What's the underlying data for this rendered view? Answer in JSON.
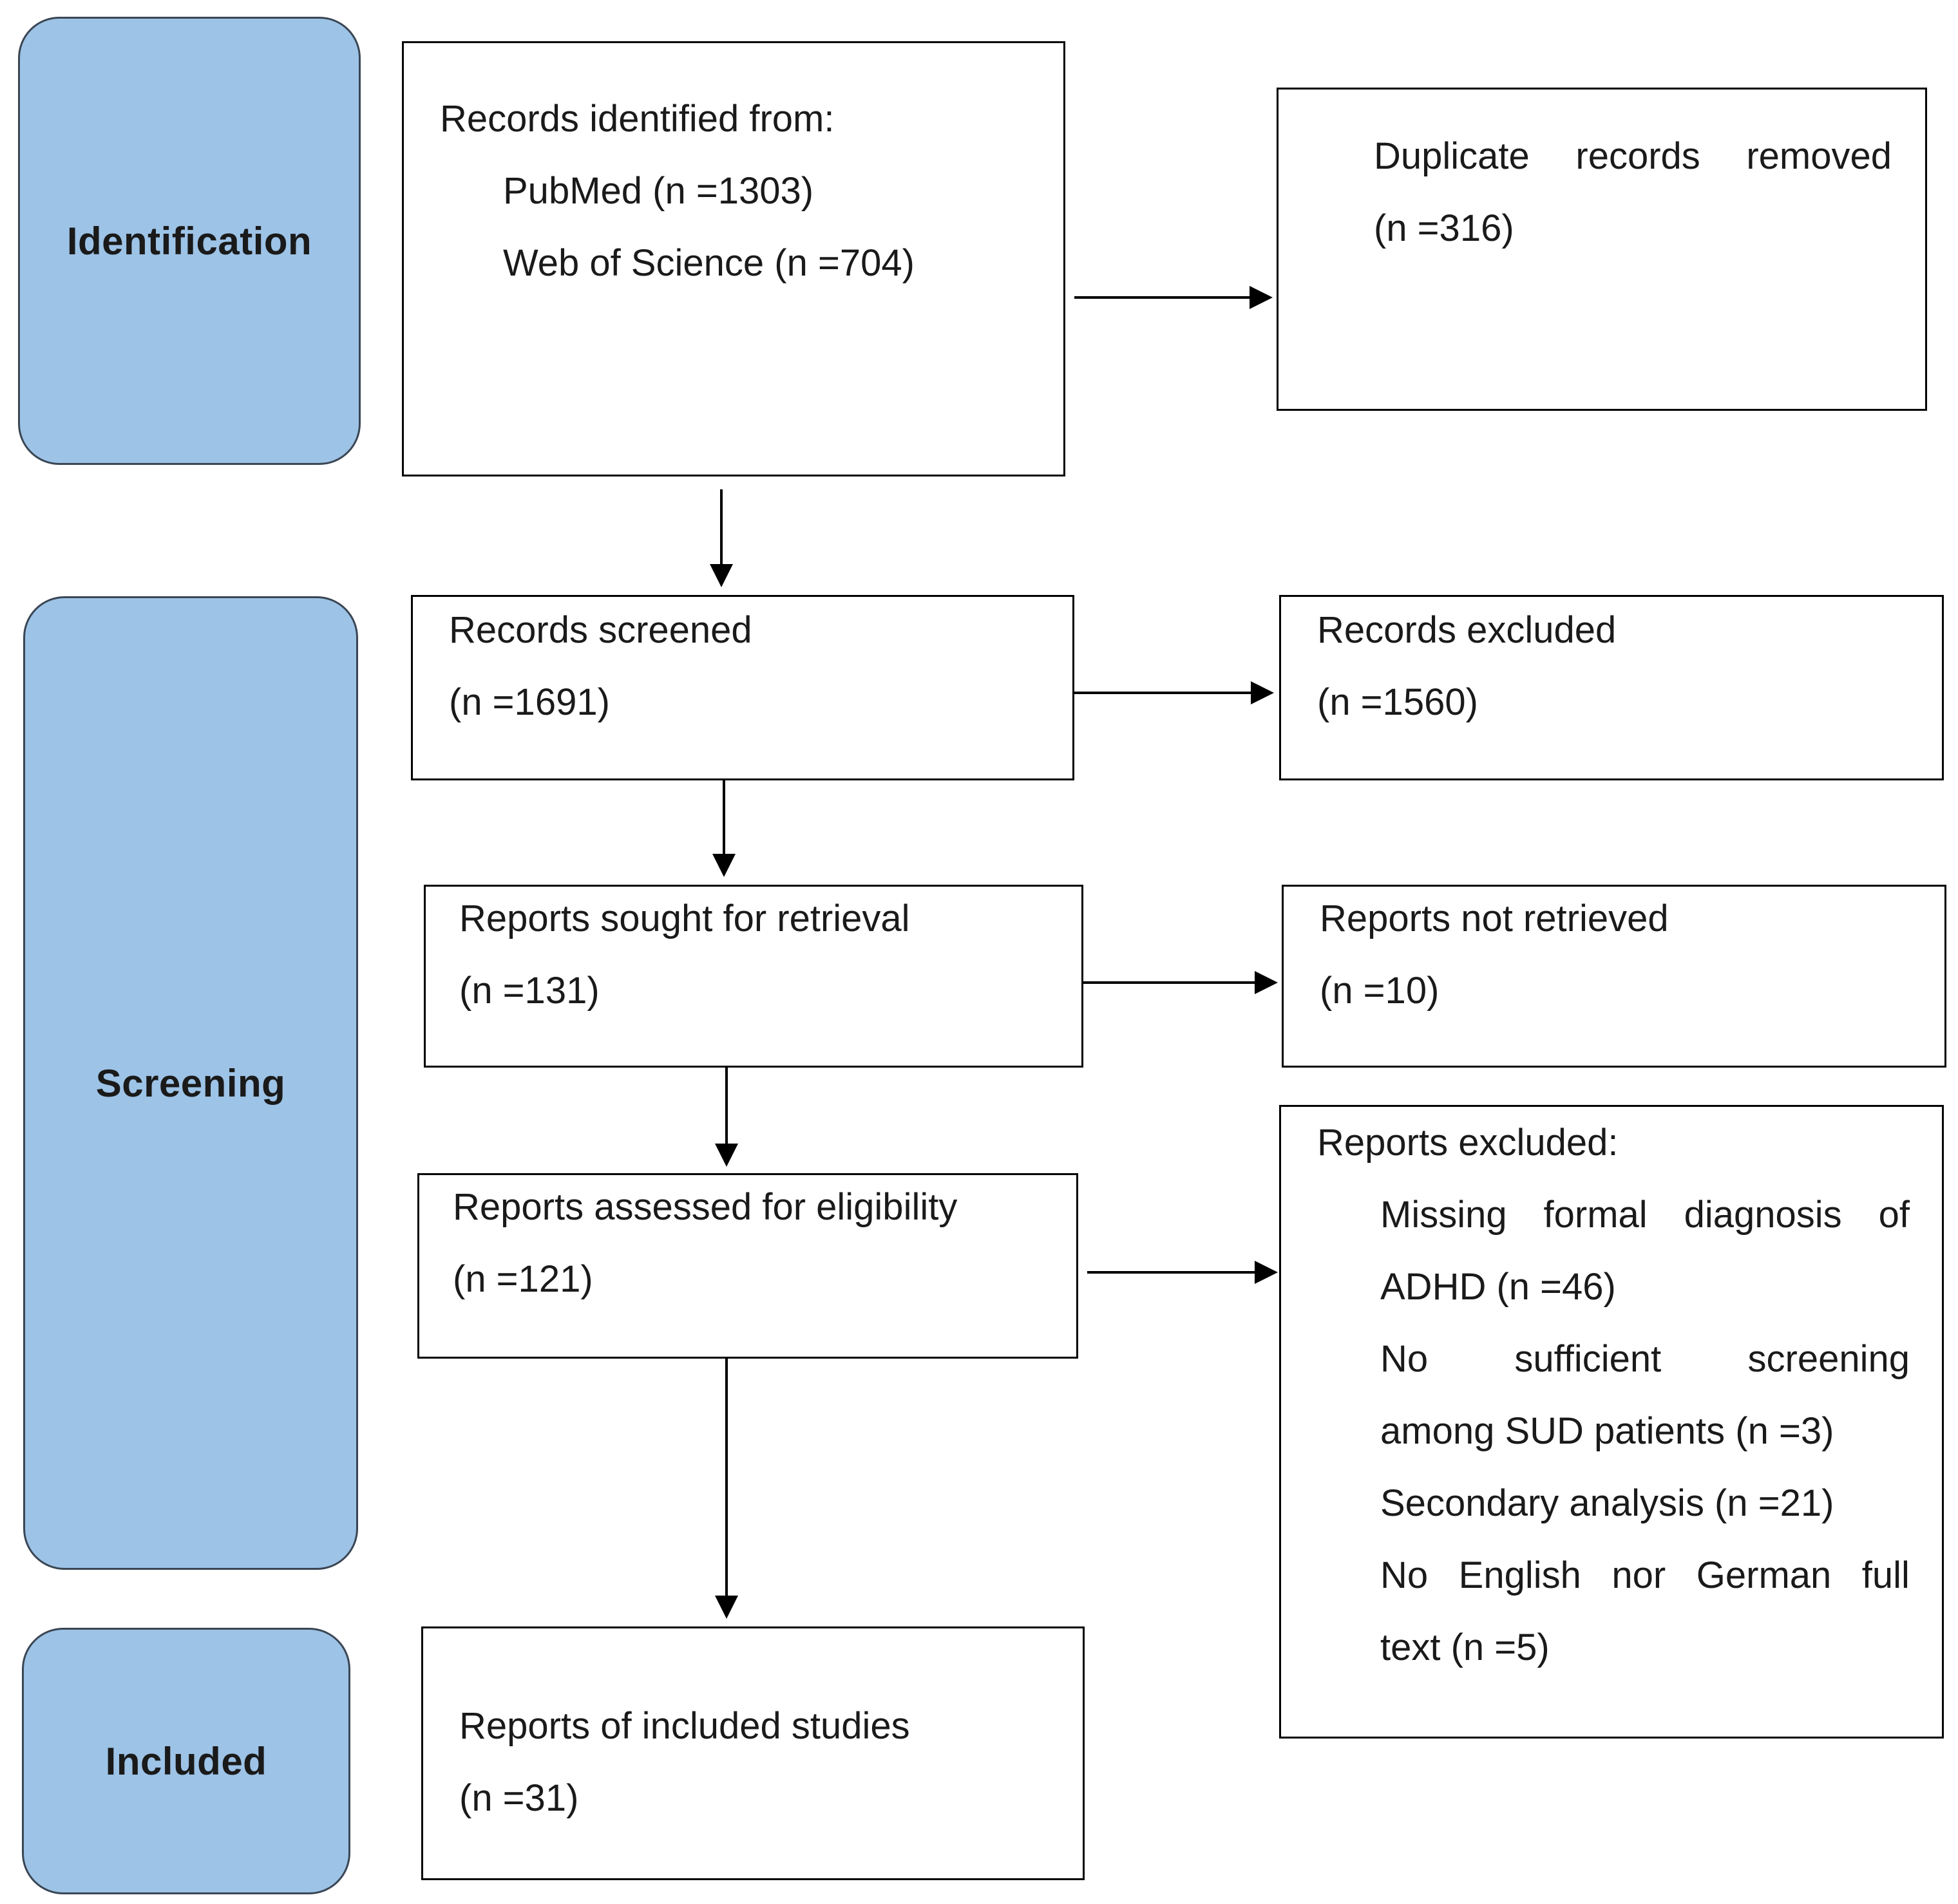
{
  "phases": {
    "identification": "Identification",
    "screening": "Screening",
    "included": "Included"
  },
  "identification_box": {
    "heading": "Records identified from:",
    "sources": [
      "PubMed (n =1303)",
      "Web of Science (n =704)"
    ]
  },
  "duplicates_box": {
    "label_words": [
      "Duplicate",
      "records",
      "removed"
    ],
    "count": "(n =316)"
  },
  "screened_box": {
    "label": "Records screened",
    "count": "(n =1691)"
  },
  "records_excluded_box": {
    "label": "Records excluded",
    "count": "(n =1560)"
  },
  "sought_box": {
    "label": "Reports sought for retrieval",
    "count": "(n =131)"
  },
  "not_retrieved_box": {
    "label": "Reports not retrieved",
    "count": "(n =10)"
  },
  "assessed_box": {
    "label": "Reports assessed for eligibility",
    "count": "(n =121)"
  },
  "reports_excluded_box": {
    "heading": "Reports excluded:",
    "reasons": [
      {
        "line1_words": [
          "Missing",
          "formal",
          "diagnosis",
          "of"
        ],
        "line2": "ADHD (n =46)"
      },
      {
        "line1_words": [
          "No",
          "sufficient",
          "screening"
        ],
        "line2": "among SUD patients (n =3)"
      },
      {
        "line1_words": [
          "Secondary analysis (n =21)"
        ],
        "line2": ""
      },
      {
        "line1_words": [
          "No",
          "English",
          "nor",
          "German",
          "full"
        ],
        "line2": "text (n =5)"
      }
    ]
  },
  "included_box": {
    "label": "Reports of included studies",
    "count": "(n =31)"
  }
}
